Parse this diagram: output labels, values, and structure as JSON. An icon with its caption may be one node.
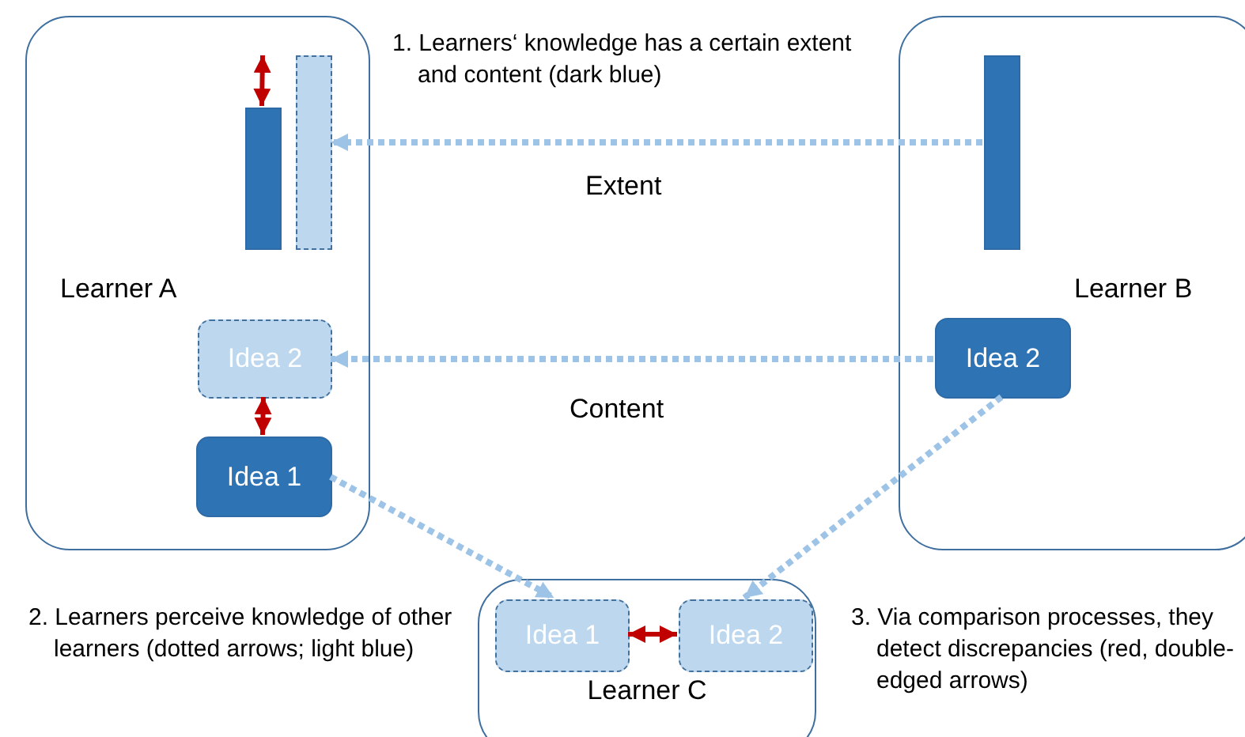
{
  "diagram": {
    "nodes": [
      {
        "text": [
          "Learner A"
        ]
      },
      {
        "text": [],
        "shape": "bar",
        "in": 0
      },
      {
        "text": [],
        "shape": "bar",
        "in": 0
      },
      {
        "text": [
          "Idea 2"
        ],
        "in": 0
      },
      {
        "text": [
          "Idea 1"
        ],
        "in": 0
      },
      {
        "text": [
          "Learner B"
        ]
      },
      {
        "text": [],
        "shape": "bar",
        "in": 5
      },
      {
        "text": [
          "Idea 2"
        ],
        "in": 5
      },
      {
        "text": [
          "Learner C"
        ]
      },
      {
        "text": [
          "Idea 1"
        ],
        "in": 8
      },
      {
        "text": [
          "Idea 2"
        ],
        "in": 8
      }
    ],
    "edges": [
      {
        "from": 6,
        "to": 2,
        "arrow": "to",
        "style": "dashed",
        "label": "Extent"
      },
      {
        "from": 7,
        "to": 3,
        "arrow": "to",
        "style": "dashed",
        "label": "Content"
      },
      {
        "from": 3,
        "to": 4,
        "arrow": "both",
        "color": "#c00000"
      },
      {
        "from": 4,
        "to": 9,
        "arrow": "to",
        "style": "dashed"
      },
      {
        "from": 7,
        "to": 10,
        "arrow": "to",
        "style": "dashed"
      },
      {
        "from": 9,
        "to": 10,
        "arrow": "both",
        "color": "#c00000"
      },
      {
        "from": 2,
        "to": 1,
        "arrow": "both",
        "color": "#c00000"
      }
    ],
    "labels": [
      "1. Learners‘ knowledge has a certain extent and content (dark blue)",
      "2. Learners perceive knowledge of other learners (dotted arrows; light blue)",
      "3. Via comparison processes, they detect discrepancies (red, double-edged arrows)"
    ]
  }
}
